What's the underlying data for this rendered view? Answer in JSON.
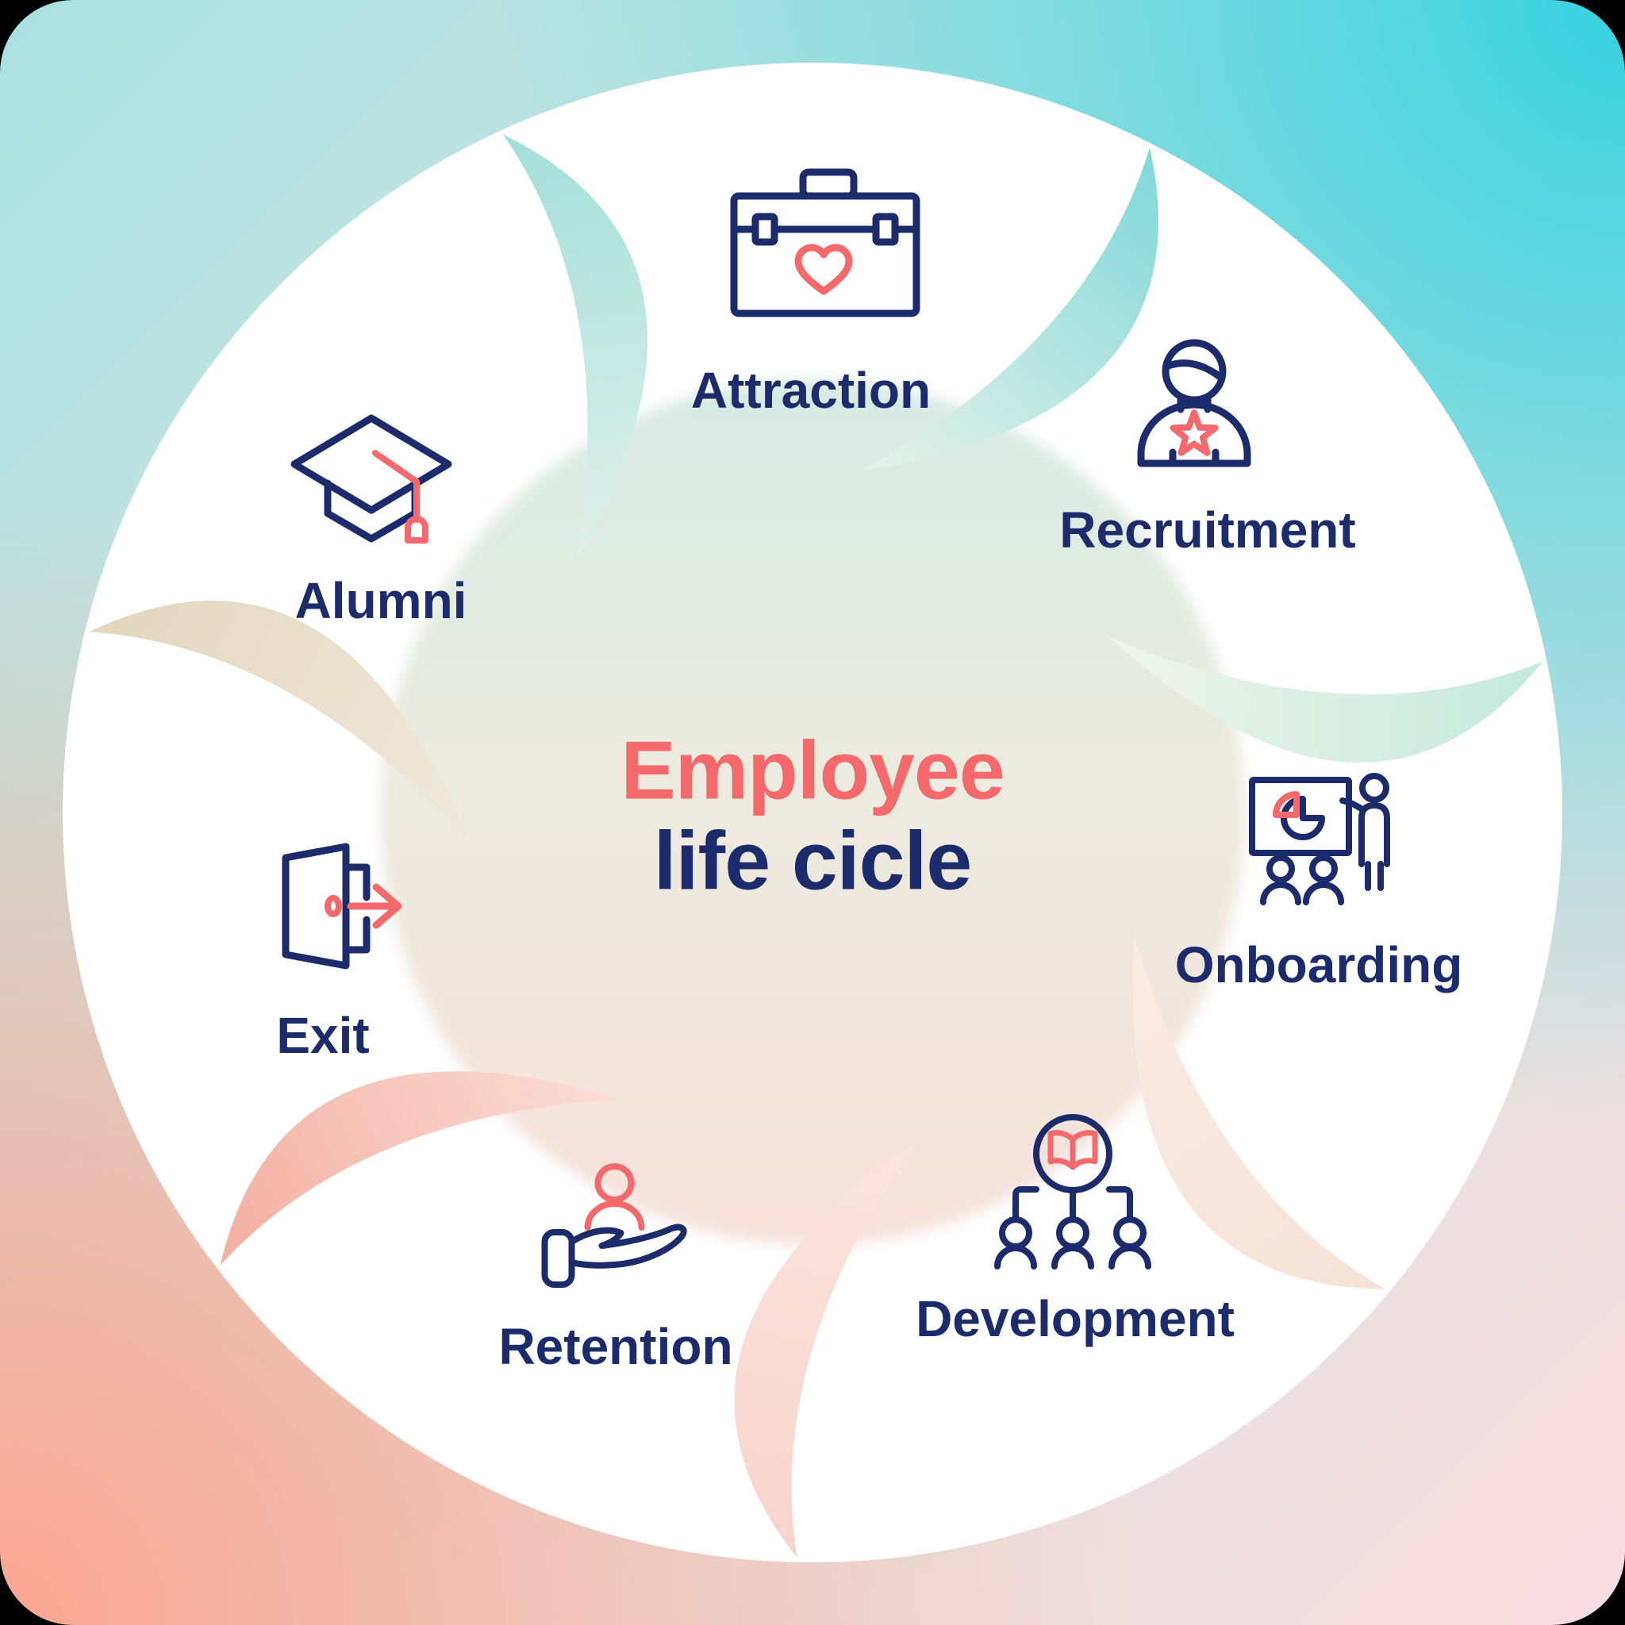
{
  "title": {
    "line1": "Employee",
    "line2": "life cicle"
  },
  "stages": [
    {
      "label": "Attraction",
      "icon": "briefcase-heart-icon"
    },
    {
      "label": "Recruitment",
      "icon": "person-star-icon"
    },
    {
      "label": "Onboarding",
      "icon": "presentation-chart-icon"
    },
    {
      "label": "Development",
      "icon": "team-learning-icon"
    },
    {
      "label": "Retention",
      "icon": "hand-holding-person-icon"
    },
    {
      "label": "Exit",
      "icon": "exit-door-icon"
    },
    {
      "label": "Alumni",
      "icon": "graduation-cap-icon"
    }
  ],
  "colors": {
    "navy": "#1B2B6B",
    "coral": "#F4696B",
    "teal_bright": "#36D2E0",
    "teal_light": "#ABE1E3",
    "salmon": "#FCA592",
    "pink_light": "#F9DCE1",
    "beige_divider": "#E3D6BE",
    "petal_white": "#FFFFFF"
  }
}
